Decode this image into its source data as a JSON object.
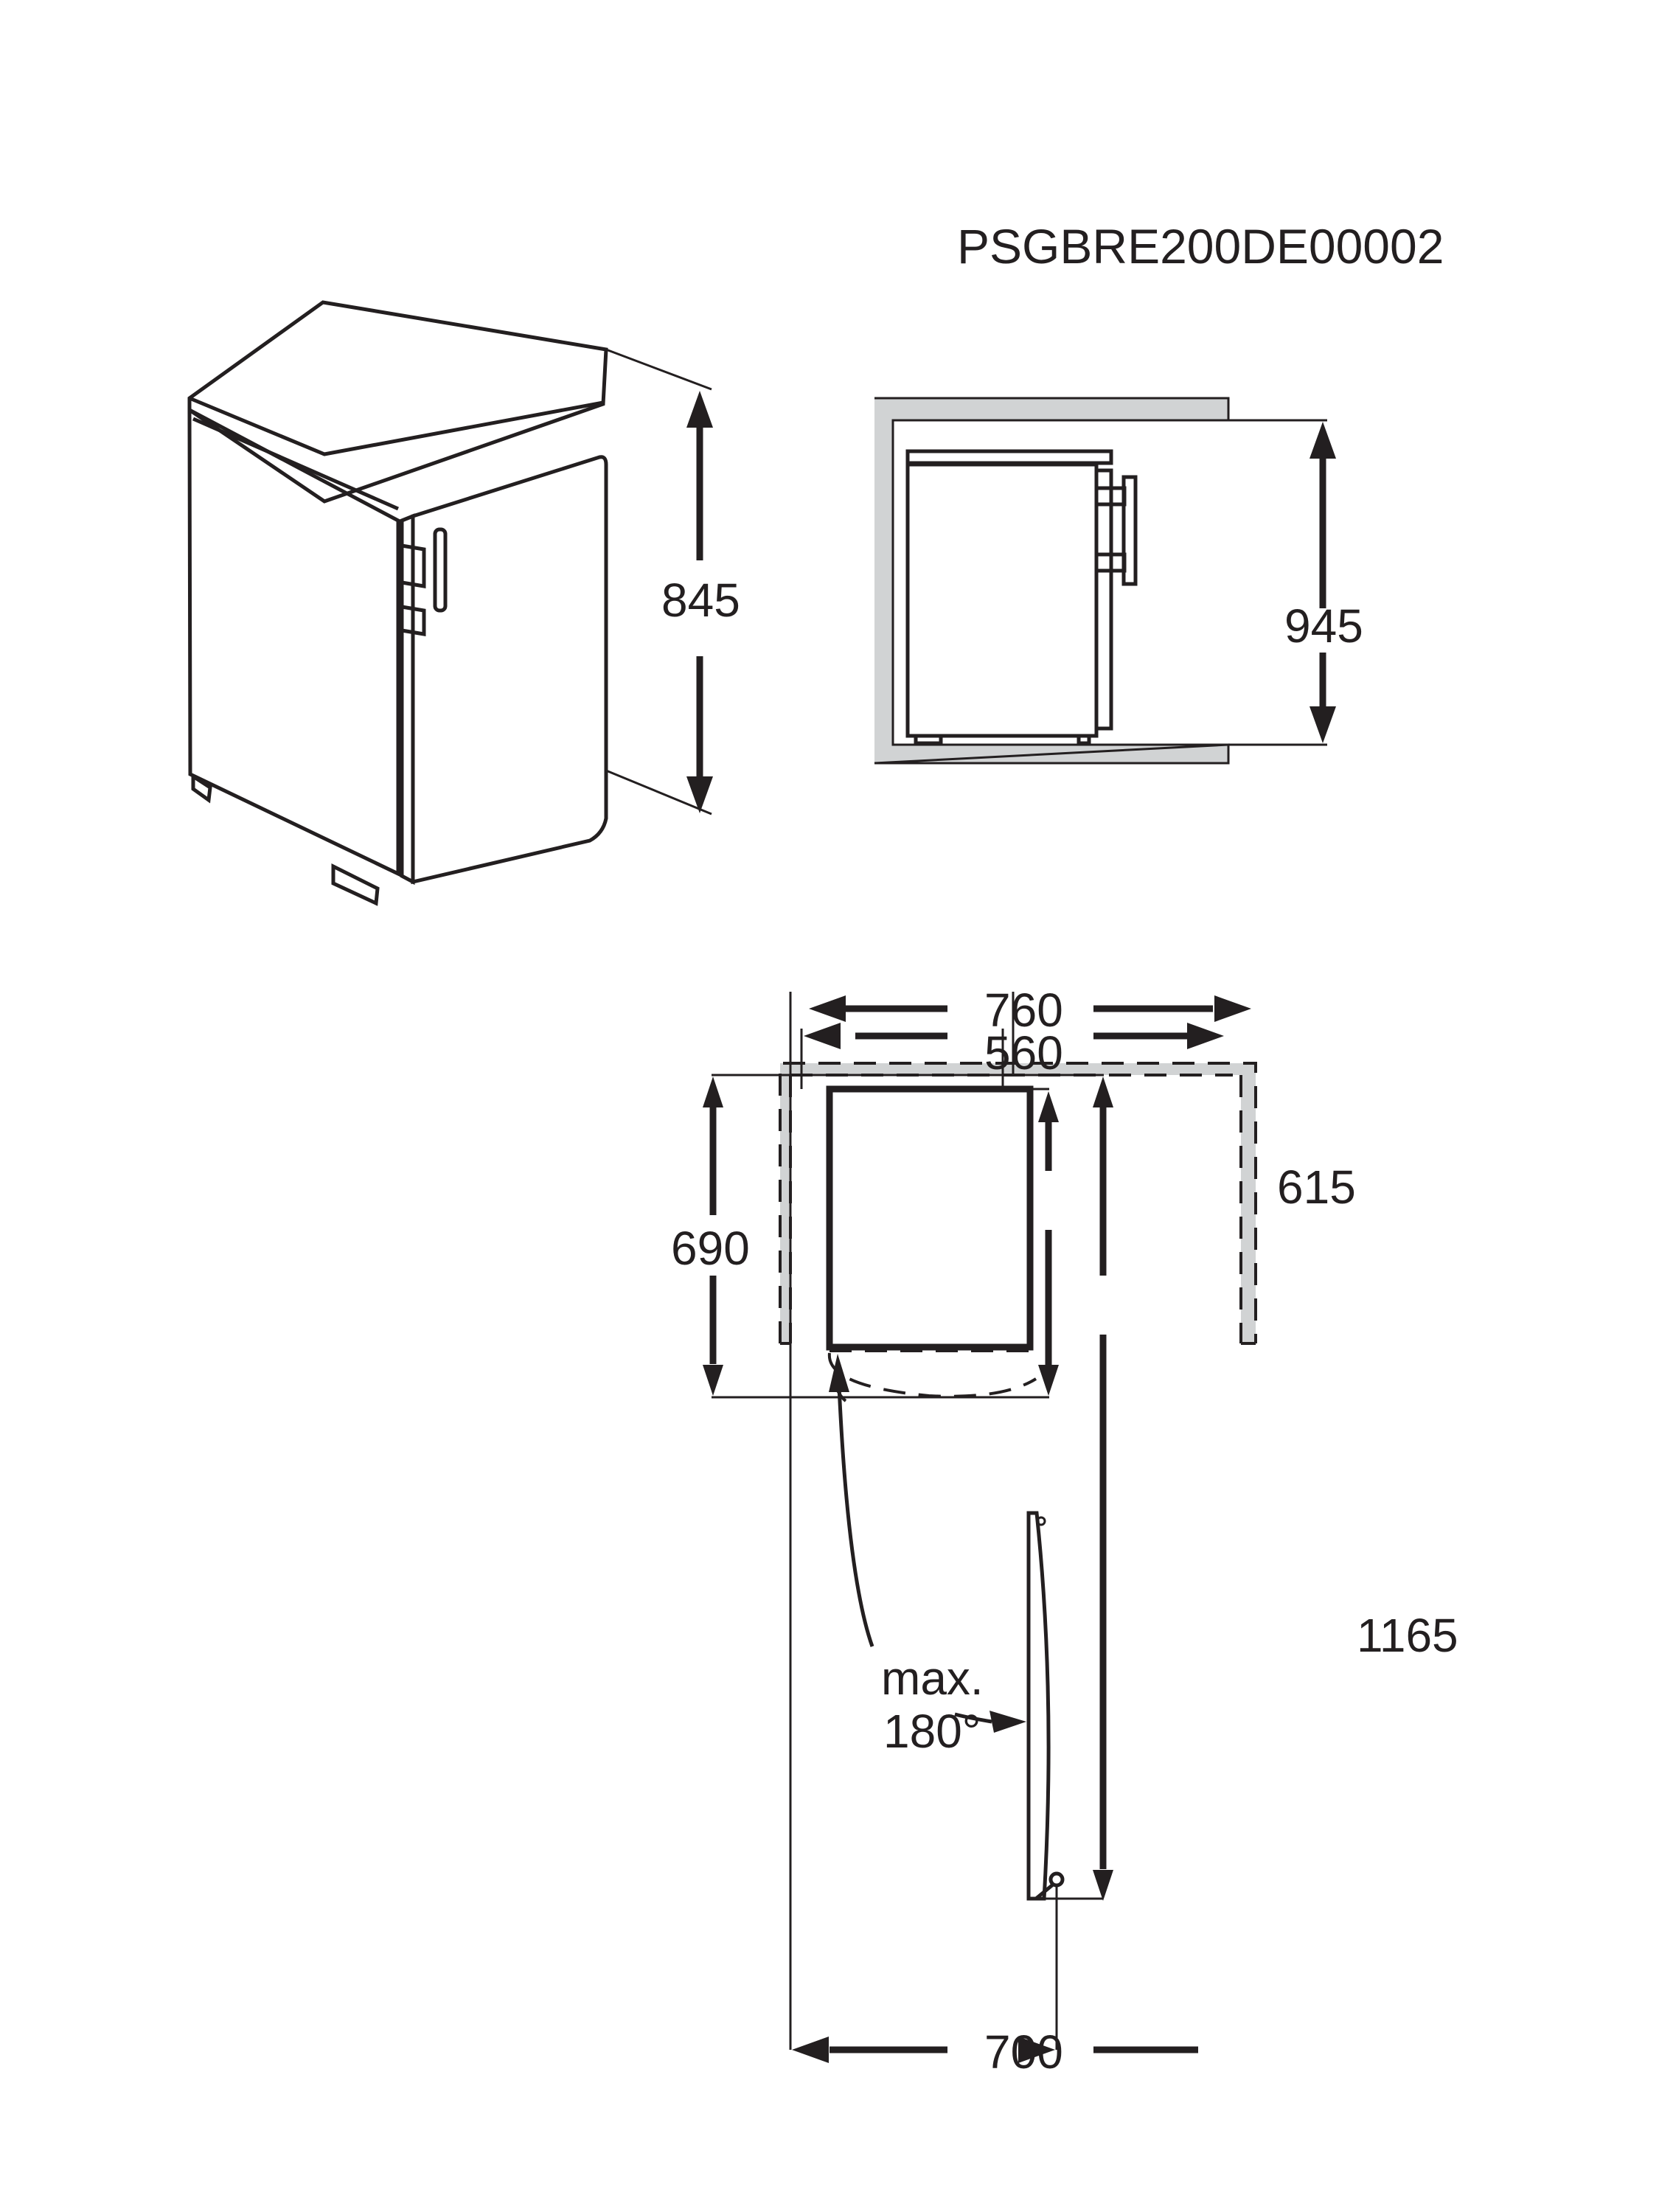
{
  "document": {
    "product_code": "PSGBRE200DE00002",
    "units": "mm",
    "line_color": "#231f20",
    "clearance_fill": "#d1d3d4"
  },
  "views": {
    "perspective": {
      "label": "Appliance perspective view",
      "height_dimension": "845"
    },
    "niche_side": {
      "label": "Side view in niche",
      "niche_height_dimension": "945"
    },
    "top_plan": {
      "label": "Top plan view with door swing",
      "overall_width_clearance": "760",
      "appliance_width": "560",
      "depth_with_clearance": "690",
      "appliance_depth": "615",
      "depth_door_open": "1165",
      "width_door_open": "700",
      "door_angle_label_line1": "max.",
      "door_angle_label_line2": "180°"
    }
  }
}
